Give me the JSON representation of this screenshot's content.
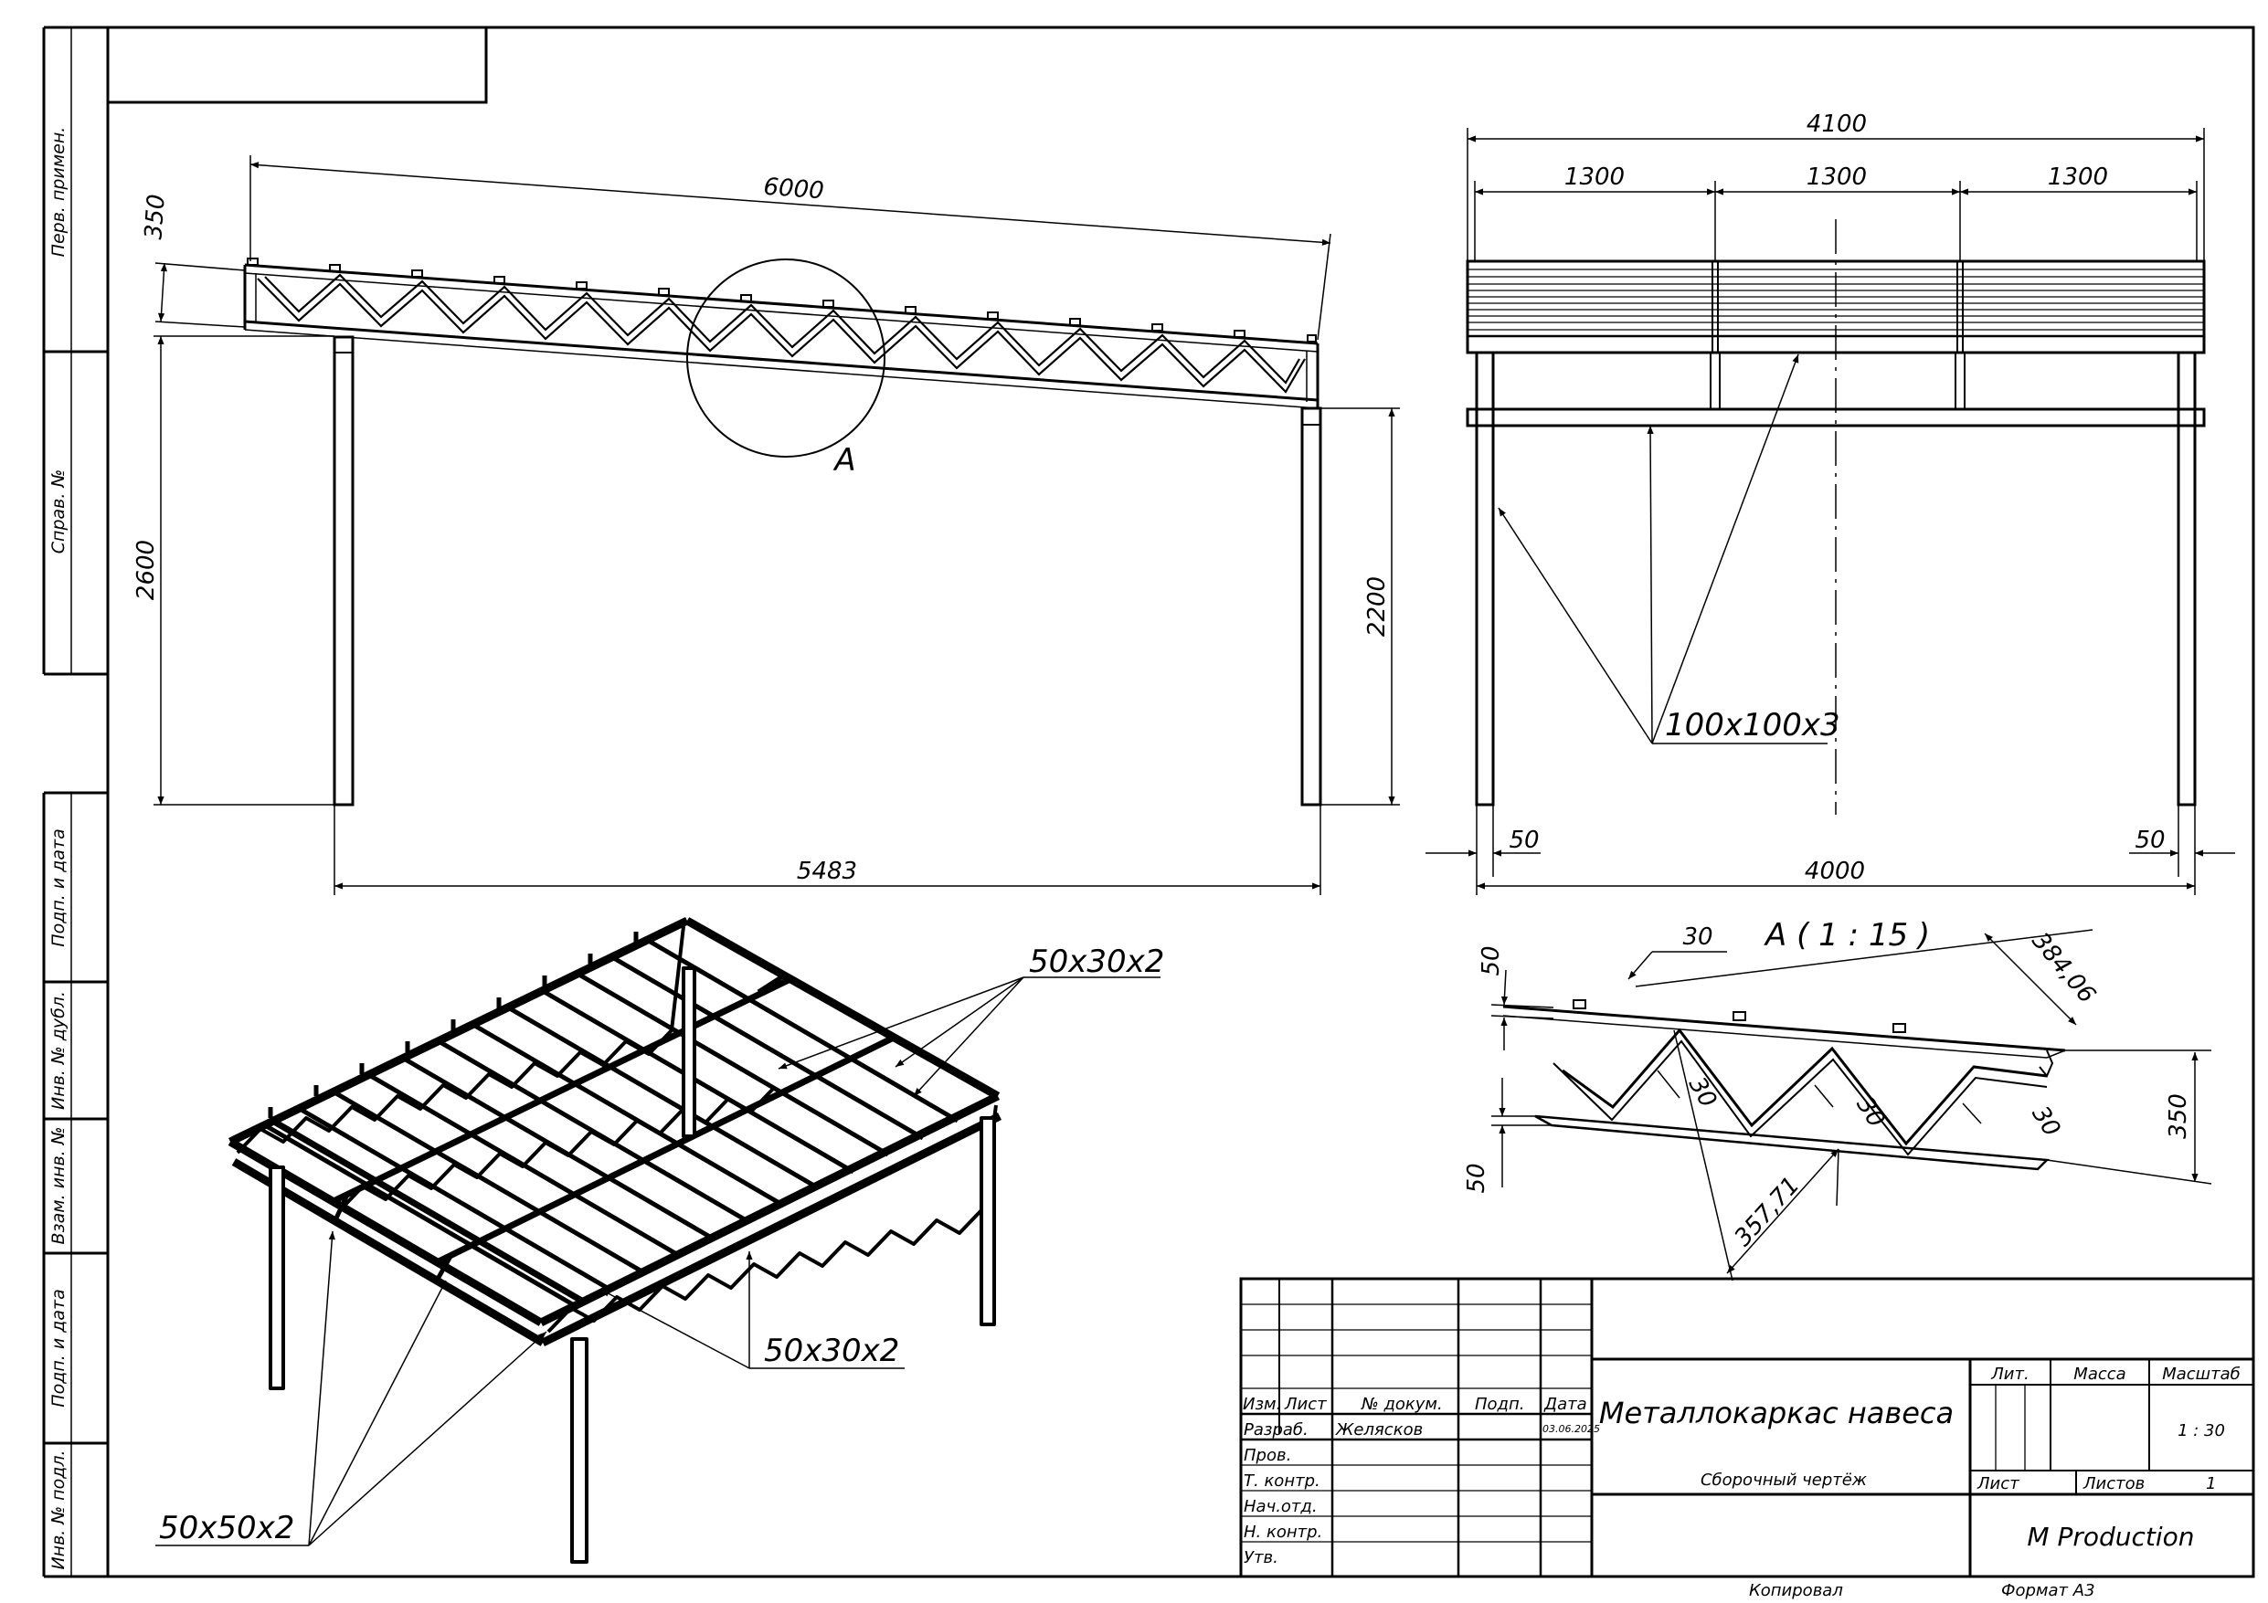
{
  "side_strip": {
    "perv_primen": "Перв. примен.",
    "sprav_no": "Справ. №",
    "podp_data_1": "Подп. и дата",
    "inv_dubl": "Инв. № дубл.",
    "vzam_inv": "Взам. инв. №",
    "podp_data_2": "Подп. и дата",
    "inv_podl": "Инв. № подл."
  },
  "front_view": {
    "dim_length": "6000",
    "dim_truss_height": "350",
    "dim_left_height": "2600",
    "dim_right_height": "2200",
    "dim_span": "5483",
    "callout_label": "A"
  },
  "side_view": {
    "dim_total": "4100",
    "dim_bay_1": "1300",
    "dim_bay_2": "1300",
    "dim_bay_3": "1300",
    "dim_inner": "4000",
    "dim_offset_left": "50",
    "dim_offset_right": "50",
    "profile_label": "100x100x3"
  },
  "detail_a": {
    "title": "A ( 1 : 15 )",
    "dim_top_gap": "30",
    "dim_diag_top": "384,06",
    "dim_diag_bottom": "357,71",
    "dim_height": "350",
    "dim_left_top": "50",
    "dim_left_bottom": "50",
    "dim_web_1": "30",
    "dim_web_2": "30",
    "dim_web_3": "30"
  },
  "iso_view": {
    "label_top": "50x30x2",
    "label_middle": "50x30x2",
    "label_posts": "50x50x2"
  },
  "title_block": {
    "header_izm": "Изм.",
    "header_list": "Лист",
    "header_dokum": "№ докум.",
    "header_podp": "Подп.",
    "header_data": "Дата",
    "row_razrab": "Разраб.",
    "razrab_name": "Желясков",
    "razrab_date": "03.06.2025",
    "row_prov": "Пров.",
    "row_tkontr": "Т. контр.",
    "row_nachotd": "Нач.отд.",
    "row_nkontr": "Н. контр.",
    "row_utv": "Утв.",
    "drawing_name": "Металлокаркас навеса",
    "drawing_type": "Сборочный чертёж",
    "lit_label": "Лит.",
    "massa_label": "Масса",
    "masshtab_label": "Масштаб",
    "scale_value": "1 : 30",
    "sheet_label": "Лист",
    "sheets_label": "Листов",
    "sheets_value": "1",
    "company": "M Production",
    "kopiroval": "Копировал",
    "format": "Формат А3"
  }
}
